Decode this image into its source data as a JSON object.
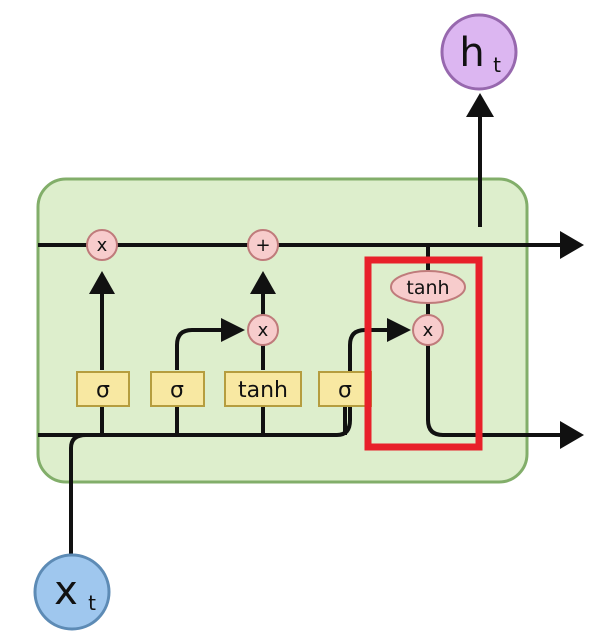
{
  "colors": {
    "cell_fill": "#ddeecc",
    "cell_stroke": "#82ae6a",
    "gate_fill": "#f8e8a2",
    "gate_stroke": "#b59d3f",
    "op_fill": "#f7cccc",
    "op_stroke": "#bf7b7b",
    "input_fill": "#9fc7ee",
    "input_stroke": "#5d8bb5",
    "output_fill": "#dcb6f1",
    "output_stroke": "#9768ae",
    "highlight": "#e8202a",
    "line": "#111111"
  },
  "gates": [
    {
      "label": "σ"
    },
    {
      "label": "σ"
    },
    {
      "label": "tanh"
    },
    {
      "label": "σ"
    }
  ],
  "ops": {
    "forget_multiply": "x",
    "add": "+",
    "input_multiply": "x",
    "output_multiply": "x"
  },
  "output_tanh": "tanh",
  "input": {
    "main": "x",
    "sub": "t"
  },
  "output": {
    "main": "h",
    "sub": "t"
  }
}
